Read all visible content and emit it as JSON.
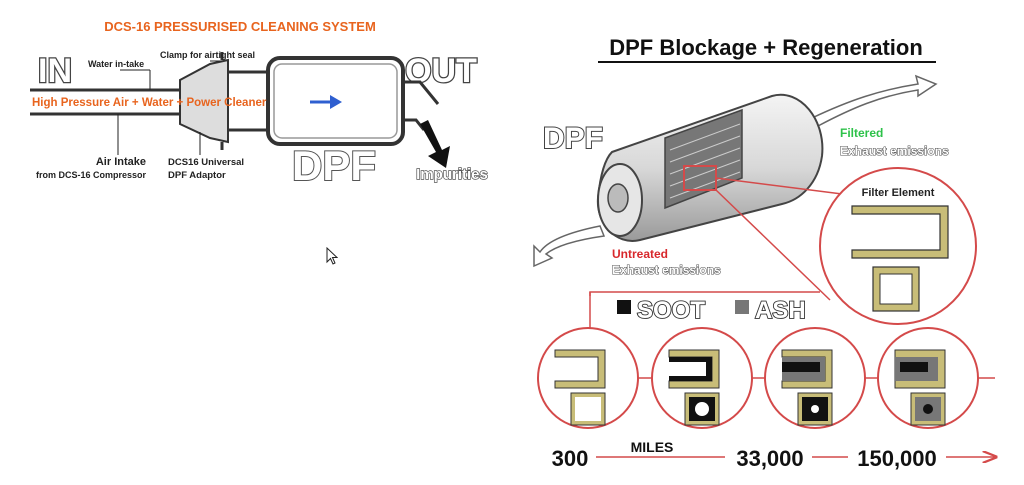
{
  "left": {
    "title": "DCS-16 PRESSURISED CLEANING SYSTEM",
    "in_label": "IN",
    "out_label": "OUT",
    "water_intake": "Water in-take",
    "clamp": "Clamp for airtight seal",
    "flow_label": "High Pressure Air + Water + Power Cleaner",
    "air_intake_line1": "Air Intake",
    "air_intake_line2": "from DCS-16 Compressor",
    "adaptor_line1": "DCS16 Universal",
    "adaptor_line2": "DPF Adaptor",
    "dpf_label": "DPF",
    "impurities": "Impurities",
    "colors": {
      "title": "#e8641e",
      "flow": "#e8641e",
      "arrow": "#2f5fd0"
    }
  },
  "right": {
    "title": "DPF Blockage + Regeneration",
    "dpf_label": "DPF",
    "filtered_word": "Filtered",
    "filtered_sub": "Exhaust emissions",
    "untreated_word": "Untreated",
    "untreated_sub": "Exhaust emissions",
    "filter_element": "Filter Element",
    "soot_label": "SOOT",
    "ash_label": "ASH",
    "miles_label": "MILES",
    "stages": [
      {
        "miles": "300"
      },
      {
        "miles": "33,000"
      },
      {
        "miles": "150,000"
      }
    ],
    "colors": {
      "filtered": "#2ec24a",
      "untreated": "#d8282c",
      "ring": "#d44a4a",
      "frame": "#c8bd78"
    }
  },
  "icons": [
    "cursor-icon"
  ]
}
